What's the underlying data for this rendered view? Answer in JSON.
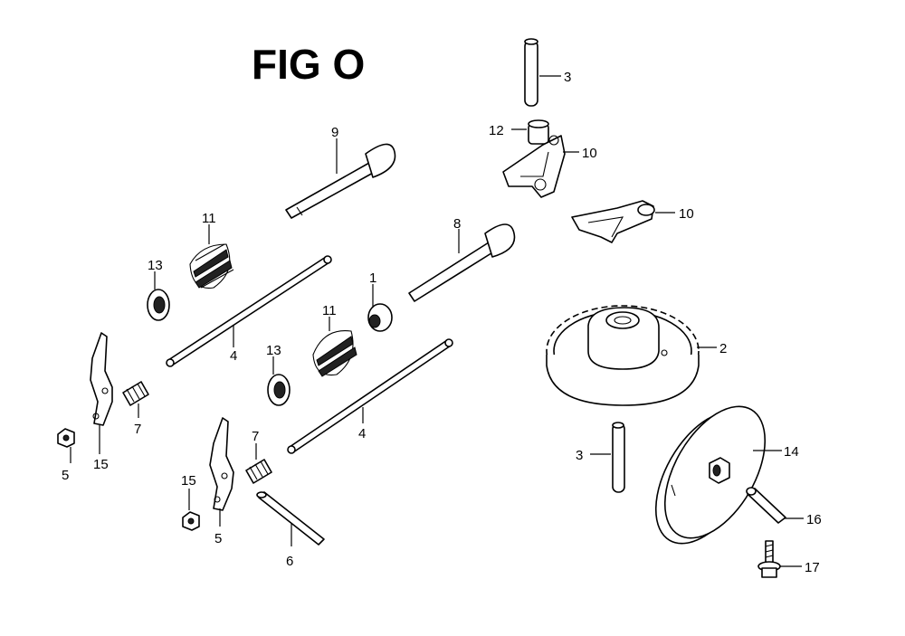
{
  "figure": {
    "title": "FIG O"
  },
  "callouts": [
    {
      "id": "c3a",
      "text": "3"
    },
    {
      "id": "c12",
      "text": "12"
    },
    {
      "id": "c10a",
      "text": "10"
    },
    {
      "id": "c10b",
      "text": "10"
    },
    {
      "id": "c9",
      "text": "9"
    },
    {
      "id": "c11a",
      "text": "11"
    },
    {
      "id": "c8",
      "text": "8"
    },
    {
      "id": "c13a",
      "text": "13"
    },
    {
      "id": "c1",
      "text": "1"
    },
    {
      "id": "c11b",
      "text": "11"
    },
    {
      "id": "c2",
      "text": "2"
    },
    {
      "id": "c4a",
      "text": "4"
    },
    {
      "id": "c13b",
      "text": "13"
    },
    {
      "id": "c7a",
      "text": "7"
    },
    {
      "id": "c15a",
      "text": "15"
    },
    {
      "id": "c5a",
      "text": "5"
    },
    {
      "id": "c4b",
      "text": "4"
    },
    {
      "id": "c7b",
      "text": "7"
    },
    {
      "id": "c3b",
      "text": "3"
    },
    {
      "id": "c14",
      "text": "14"
    },
    {
      "id": "c15b",
      "text": "15"
    },
    {
      "id": "c5b",
      "text": "5"
    },
    {
      "id": "c16",
      "text": "16"
    },
    {
      "id": "c6",
      "text": "6"
    },
    {
      "id": "c17",
      "text": "17"
    }
  ]
}
